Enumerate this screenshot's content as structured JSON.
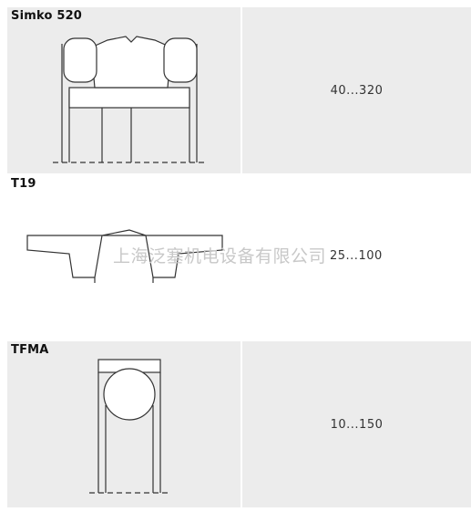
{
  "colors": {
    "panel_bg": "#ececec",
    "line": "#333333",
    "watermark": "#c8c8c8"
  },
  "sections": [
    {
      "title": "Simko 520",
      "range": "40...320"
    },
    {
      "title": "T19",
      "range": "25...100"
    },
    {
      "title": "TFMA",
      "range": "10...150"
    }
  ],
  "watermark": "上海泛塞机电设备有限公司"
}
